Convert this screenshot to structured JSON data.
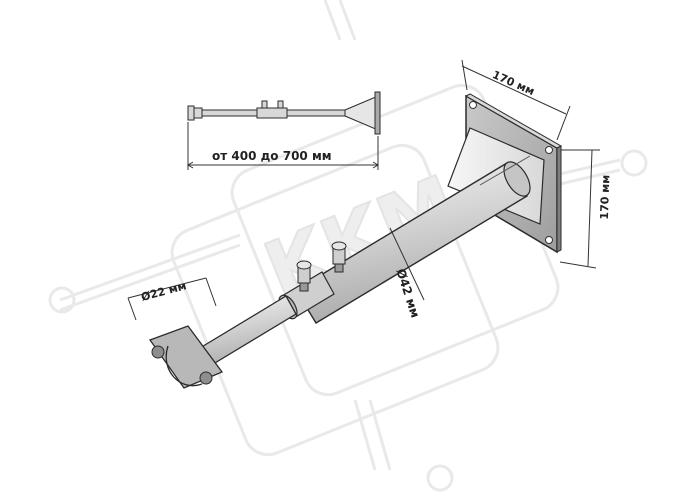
{
  "watermark": {
    "logo_text": "KKM"
  },
  "labels": {
    "plate_width": "170 мм",
    "plate_height": "170 мм",
    "length_range": "от 400 до 700 мм",
    "pipe_diameter": "Ø42 мм",
    "clamp_diameter": "Ø22 мм"
  },
  "colors": {
    "metal_light": "#e2e2e2",
    "metal_mid": "#bdbdbd",
    "metal_dark": "#8a8a8a",
    "outline": "#2b2b2b",
    "watermark": "#ececec",
    "dimension_line": "#333333"
  }
}
